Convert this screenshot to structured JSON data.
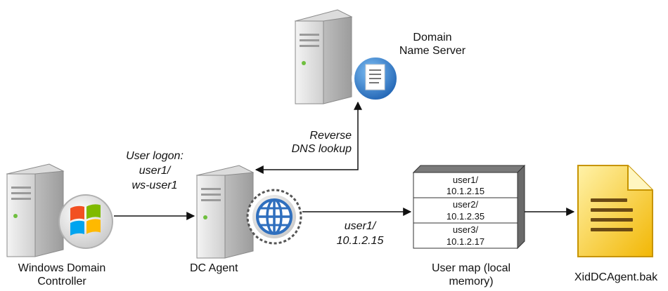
{
  "nodes": {
    "dns_server": {
      "label_line1": "Domain",
      "label_line2": "Name Server"
    },
    "windows_dc": {
      "label_line1": "Windows Domain",
      "label_line2": "Controller"
    },
    "dc_agent": {
      "label": "DC Agent"
    },
    "user_map": {
      "label_line1": "User map (local",
      "label_line2": "memory)",
      "entries": [
        {
          "user": "user1/",
          "ip": "10.1.2.15"
        },
        {
          "user": "user2/",
          "ip": "10.1.2.35"
        },
        {
          "user": "user3/",
          "ip": "10.1.2.17"
        }
      ]
    },
    "backup_file": {
      "label": "XidDCAgent.bak"
    }
  },
  "edges": {
    "logon": {
      "line1": "User logon:",
      "line2": "user1/",
      "line3": "ws-user1"
    },
    "reverse_dns": {
      "line1": "Reverse",
      "line2": "DNS lookup"
    },
    "agent_to_map": {
      "line1": "user1/",
      "line2": "10.1.2.15"
    }
  },
  "colors": {
    "server_body": "#e3e3e3",
    "server_edge": "#8a8a8a",
    "globe_blue": "#2f6fbe",
    "dns_badge_blue": "#2a7fd4",
    "file_yellow": "#f5c518",
    "file_lines": "#6b4a14",
    "arrow": "#111111"
  },
  "icons": {
    "server": "server-icon",
    "windows": "windows-logo-icon",
    "globe": "globe-icon",
    "document": "document-icon",
    "file": "file-icon"
  }
}
